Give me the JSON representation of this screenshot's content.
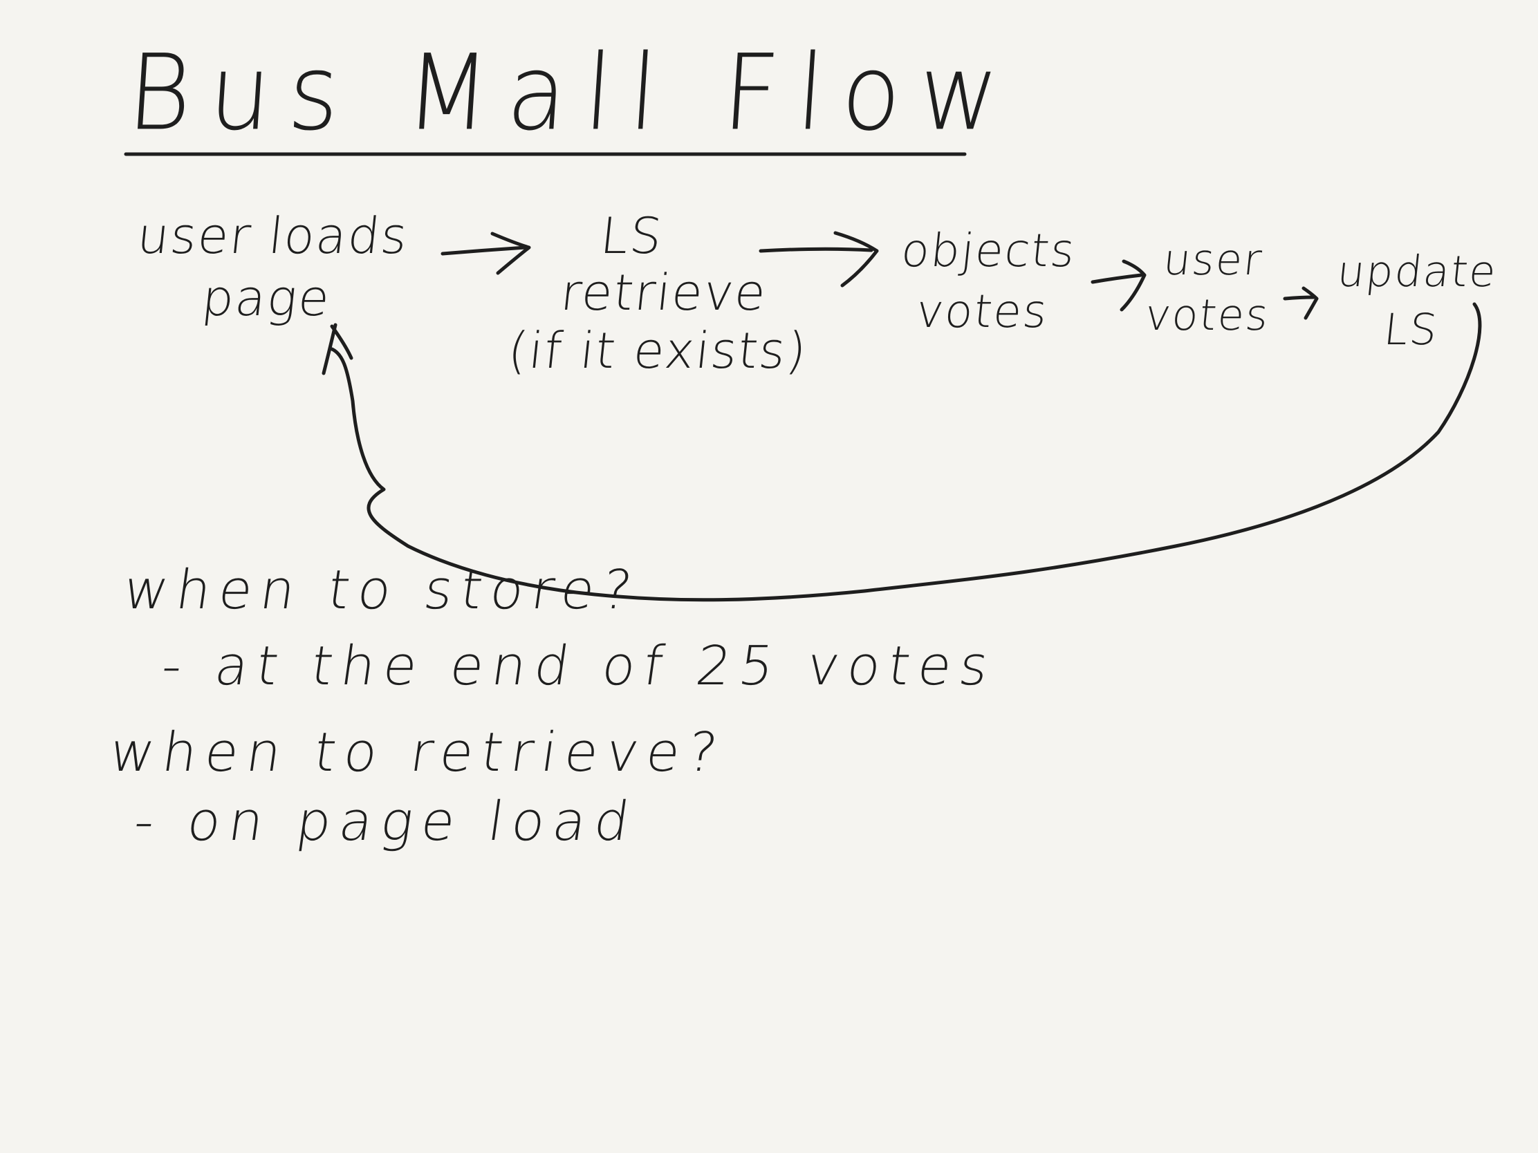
{
  "title": "Bus Mall Flow",
  "flow": {
    "steps": [
      {
        "line1": "user loads",
        "line2": "page",
        "line3": ""
      },
      {
        "line1": "LS",
        "line2": "retrieve",
        "line3": "(if it exists)"
      },
      {
        "line1": "objects",
        "line2": "votes",
        "line3": ""
      },
      {
        "line1": "user",
        "line2": "votes",
        "line3": ""
      },
      {
        "line1": "update",
        "line2": "LS",
        "line3": ""
      }
    ]
  },
  "notes": [
    {
      "question": "when to store?",
      "answer": "- at the end of 25 votes"
    },
    {
      "question": "when to retrieve?",
      "answer": "- on page load"
    }
  ],
  "ink_color": "#1e1e1e",
  "paper_color": "#f5f4f0"
}
